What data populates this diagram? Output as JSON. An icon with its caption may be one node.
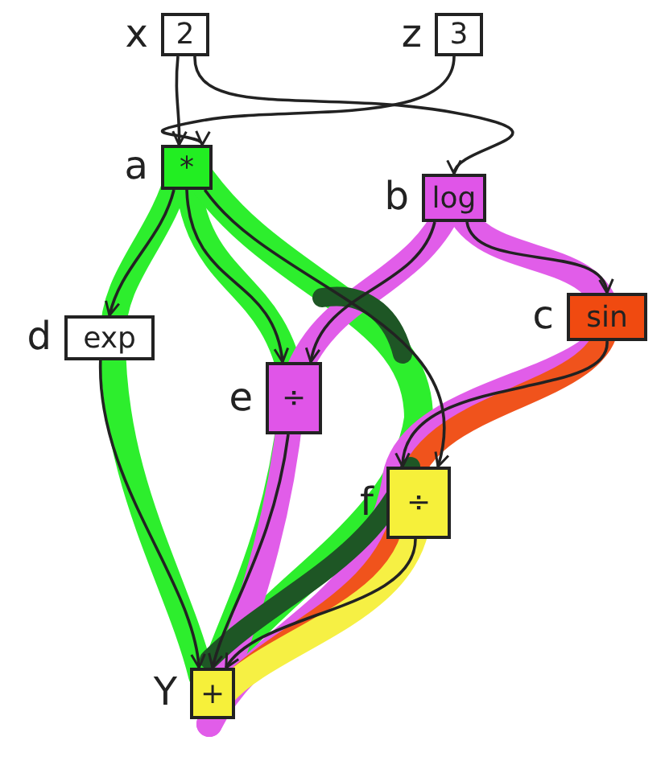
{
  "diagram": {
    "nodes": [
      {
        "text": [
          "2"
        ],
        "beside": [
          "x"
        ]
      },
      {
        "text": [
          "3"
        ],
        "beside": [
          "z"
        ]
      },
      {
        "text": [
          "*"
        ],
        "beside": [
          "a"
        ]
      },
      {
        "text": [
          "log"
        ],
        "beside": [
          "b"
        ]
      },
      {
        "text": [
          "sin"
        ],
        "beside": [
          "c"
        ]
      },
      {
        "text": [
          "exp"
        ],
        "beside": [
          "d"
        ]
      },
      {
        "text": [
          "÷"
        ],
        "beside": [
          "e"
        ]
      },
      {
        "text": [
          "÷"
        ],
        "beside": [
          "f"
        ]
      },
      {
        "text": [
          "+"
        ],
        "beside": [
          "Y"
        ]
      }
    ],
    "edges": [
      {
        "from": 0,
        "to": 2,
        "arrow": "to"
      },
      {
        "from": 0,
        "to": 3,
        "arrow": "to"
      },
      {
        "from": 1,
        "to": 2,
        "arrow": "to"
      },
      {
        "from": 2,
        "to": 5,
        "arrow": "to"
      },
      {
        "from": 2,
        "to": 6,
        "arrow": "to"
      },
      {
        "from": 2,
        "to": 7,
        "arrow": "to"
      },
      {
        "from": 3,
        "to": 6,
        "arrow": "to"
      },
      {
        "from": 3,
        "to": 4,
        "arrow": "to"
      },
      {
        "from": 4,
        "to": 7,
        "arrow": "to"
      },
      {
        "from": 5,
        "to": 8,
        "arrow": "to"
      },
      {
        "from": 6,
        "to": 8,
        "arrow": "to"
      },
      {
        "from": 7,
        "to": 8,
        "arrow": "to"
      }
    ]
  }
}
